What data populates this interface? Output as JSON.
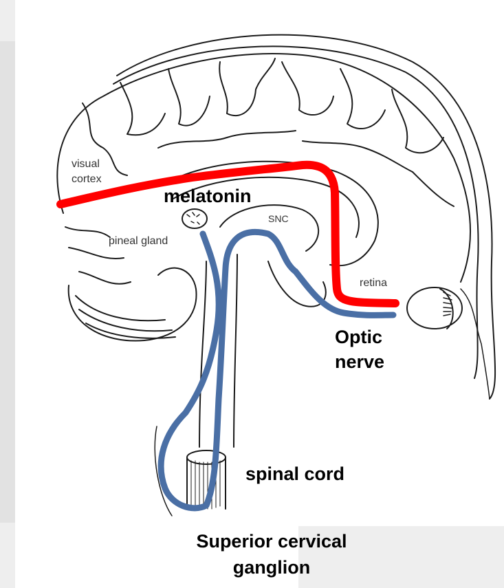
{
  "labels": {
    "visual_cortex": [
      "visual",
      "cortex"
    ],
    "melatonin": "melatonin",
    "snc": "SNC",
    "pineal_gland": "pineal gland",
    "retina": "retina",
    "optic_nerve": [
      "Optic",
      "nerve"
    ],
    "spinal_cord": "spinal cord",
    "superior_cervical_ganglion": [
      "Superior cervical",
      "ganglion"
    ]
  },
  "colors": {
    "visual_pathway": "#ff0000",
    "neural_pathway": "#4a6fa5",
    "outline": "#1a1a1a"
  }
}
